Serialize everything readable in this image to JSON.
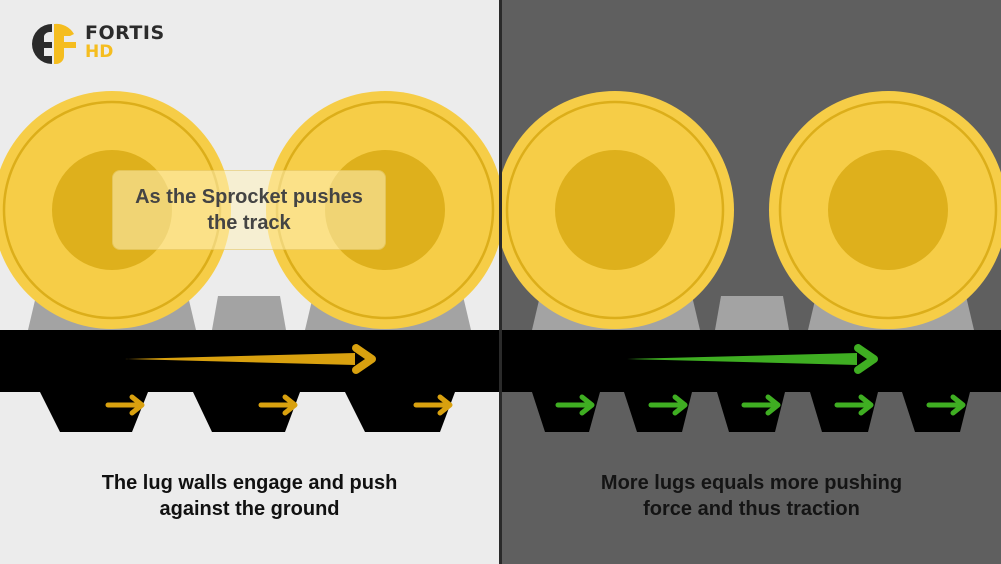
{
  "brand": {
    "name": "FORTIS",
    "sub": "HD",
    "colors": {
      "dark": "#2b2b2b",
      "accent": "#f5bd1f"
    }
  },
  "left_panel": {
    "callout": "As the Sprocket pushes\nthe track",
    "caption": "The lug walls engage and push\nagainst the ground",
    "arrow_color": "#d9a10f",
    "lug_count": 3,
    "lug_arrow_count": 3
  },
  "right_panel": {
    "caption": "More lugs equals more pushing\nforce and thus traction",
    "arrow_color": "#3fae22",
    "lug_count": 5,
    "lug_arrow_count": 5
  },
  "colors": {
    "left_bg": "#ececec",
    "right_bg": "#5f5f5f",
    "divider": "#2a2a2a",
    "track": "#000000",
    "tooth": "#a3a3a3",
    "wheel_outer": "#f6cd47",
    "wheel_ring": "#dcae1a",
    "wheel_hub": "#deb01c"
  }
}
